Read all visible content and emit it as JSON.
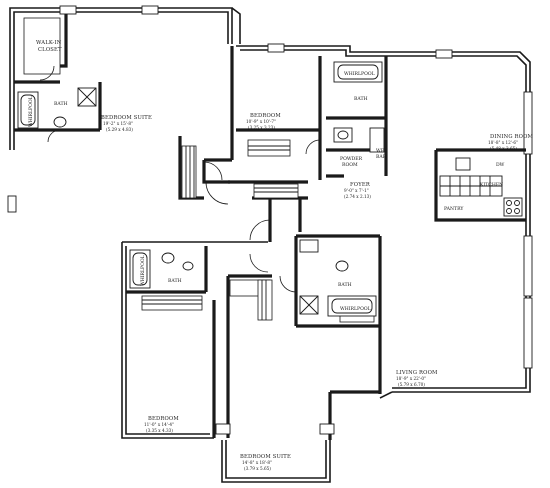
{
  "rooms": {
    "walkin_closet": {
      "name": "WALK-IN",
      "name2": "CLOSET"
    },
    "bath_nw": {
      "name": "BATH"
    },
    "whirlpool_nw": {
      "name": "WHIRLPOOL"
    },
    "bedroom_suite_nw": {
      "name": "BEDROOM SUITE",
      "dims": "19'-2\" x 15'-8\"",
      "metric": "(5.29 x 4.83)"
    },
    "bedroom_n": {
      "name": "BEDROOM",
      "dims": "10'-9\" x 10'-7\"",
      "metric": "(3.25 x 3.23)"
    },
    "whirlpool_n": {
      "name": "WHIRLPOOL"
    },
    "bath_n": {
      "name": "BATH"
    },
    "powder_room": {
      "name": "POWDER",
      "name2": "ROOM"
    },
    "wet_bar": {
      "name": "WET",
      "name2": "BAR"
    },
    "foyer": {
      "name": "FOYER",
      "dims": "9'-0\" x 7'-1\"",
      "metric": "(2.74 x 2.13)"
    },
    "dining_room": {
      "name": "DINING ROOM",
      "dims": "18'-8\" x 12'-6\"",
      "metric": "(5.48 x 3.65)"
    },
    "dw": {
      "name": "DW"
    },
    "kitchen": {
      "name": "KITCHEN"
    },
    "pantry": {
      "name": "PANTRY"
    },
    "whirlpool_sw": {
      "name": "WHIRLPOOL"
    },
    "bath_sw": {
      "name": "BATH"
    },
    "bath_s": {
      "name": "BATH"
    },
    "whirlpool_s": {
      "name": "WHIRLPOOL"
    },
    "living_room": {
      "name": "LIVING ROOM",
      "dims": "18'-9\" x 22'-0\"",
      "metric": "(5.79 x 6.70)"
    },
    "bedroom_sw": {
      "name": "BEDROOM",
      "dims": "11'-0\" x 14'-4\"",
      "metric": "(3.35 x 4.33)"
    },
    "bedroom_suite_s": {
      "name": "BEDROOM SUITE",
      "dims": "14'-8\" x 18'-8\"",
      "metric": "(3.79 x 5.65)"
    }
  }
}
